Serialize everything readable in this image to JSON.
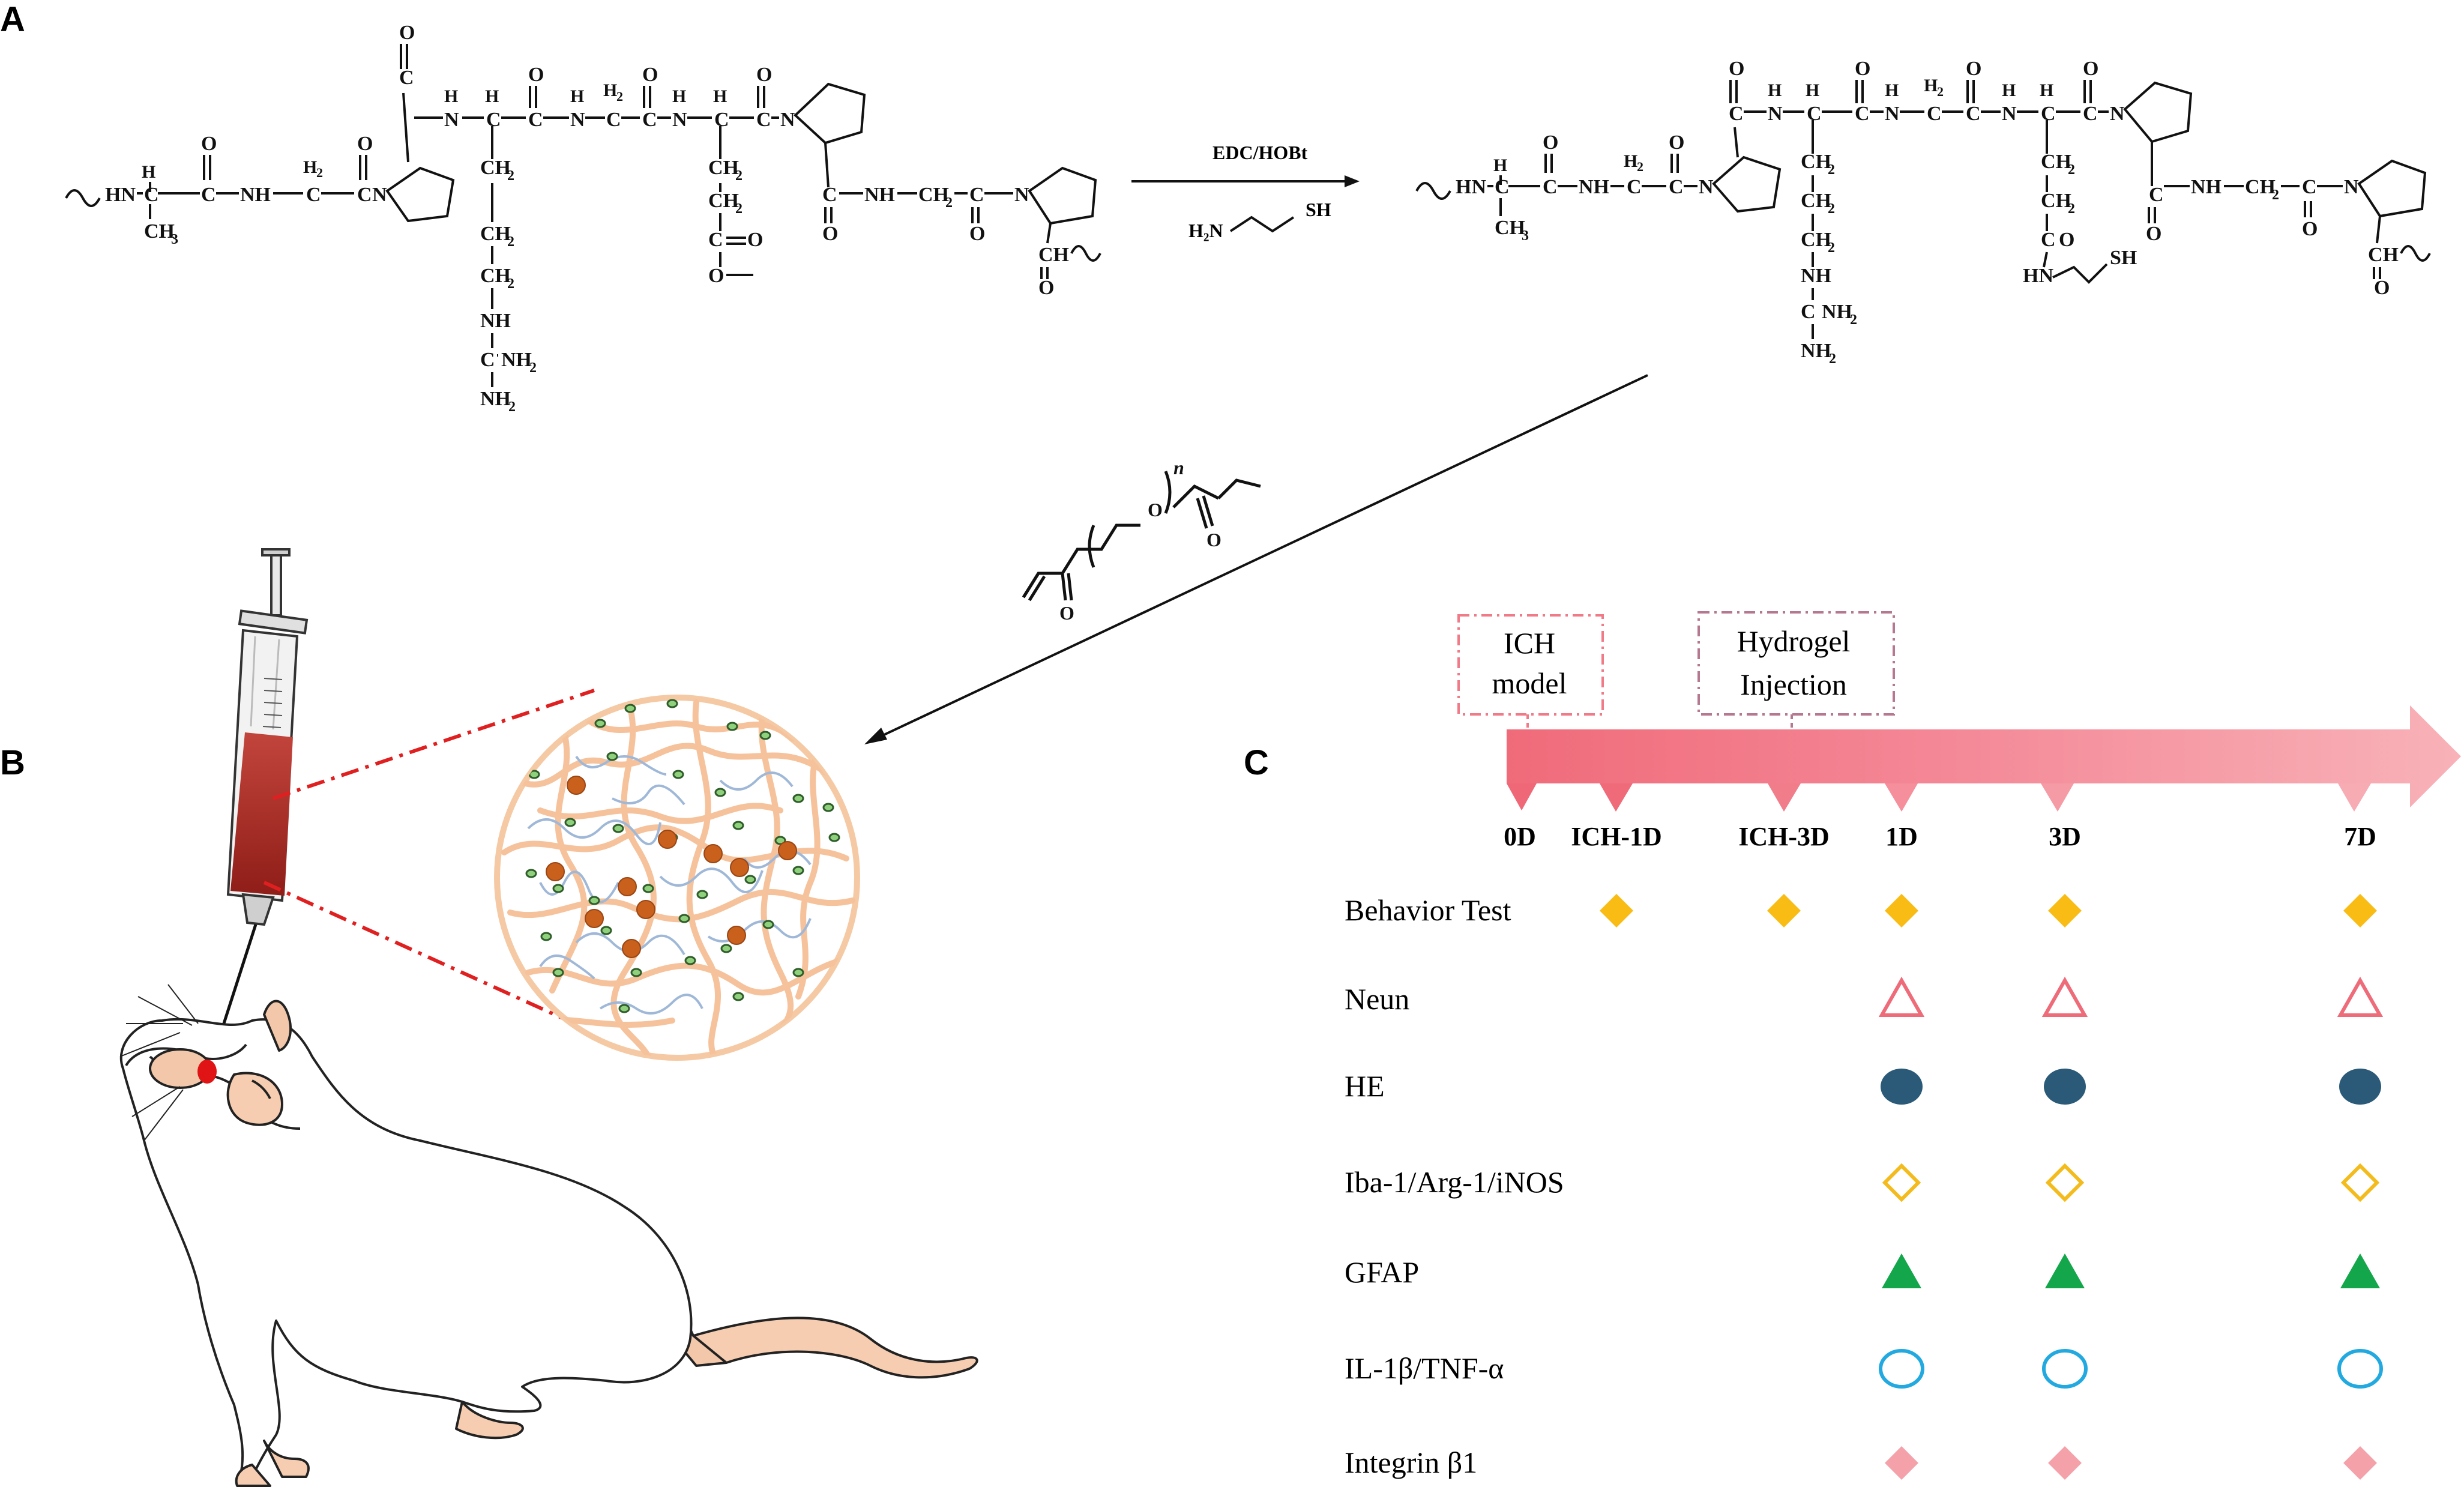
{
  "panels": {
    "a": "A",
    "b": "B",
    "c": "C"
  },
  "reaction": {
    "reagent_top": "EDC/HOBt",
    "reagent_bottom_nh2": "H₂N",
    "reagent_bottom_sh": "SH",
    "peg_repeat_n": "n"
  },
  "timeline": {
    "boxes": [
      {
        "line1": "ICH",
        "line2": "model"
      },
      {
        "line1": "Hydrogel",
        "line2": "Injection"
      }
    ],
    "ticks": [
      "0D",
      "ICH-1D",
      "ICH-3D",
      "1D",
      "3D",
      "7D"
    ],
    "colors": {
      "arrow_start": "#f06b7a",
      "arrow_end": "#f7a8b0"
    }
  },
  "table": {
    "rows": [
      {
        "label": "Behavior Test",
        "marker": "filled-diamond",
        "color": "#f9bc15",
        "at": [
          "ICH-1D",
          "ICH-3D",
          "1D",
          "3D",
          "7D"
        ]
      },
      {
        "label": "Neun",
        "marker": "open-triangle",
        "color": "#ee6b79",
        "at": [
          "1D",
          "3D",
          "7D"
        ]
      },
      {
        "label": "HE",
        "marker": "filled-ellipse",
        "color": "#2a5a78",
        "at": [
          "1D",
          "3D",
          "7D"
        ]
      },
      {
        "label": "Iba-1/Arg-1/iNOS",
        "marker": "open-diamond",
        "color": "#f3bb1c",
        "at": [
          "1D",
          "3D",
          "7D"
        ]
      },
      {
        "label": "GFAP",
        "marker": "filled-triangle",
        "color": "#13a64a",
        "at": [
          "1D",
          "3D",
          "7D"
        ]
      },
      {
        "label": "IL-1β/TNF-α",
        "marker": "open-ellipse",
        "color": "#22a9e0",
        "at": [
          "1D",
          "3D",
          "7D"
        ]
      },
      {
        "label": "Integrin β1",
        "marker": "filled-diamond",
        "color": "#f4a1aa",
        "at": [
          "1D",
          "3D",
          "7D"
        ]
      }
    ]
  }
}
